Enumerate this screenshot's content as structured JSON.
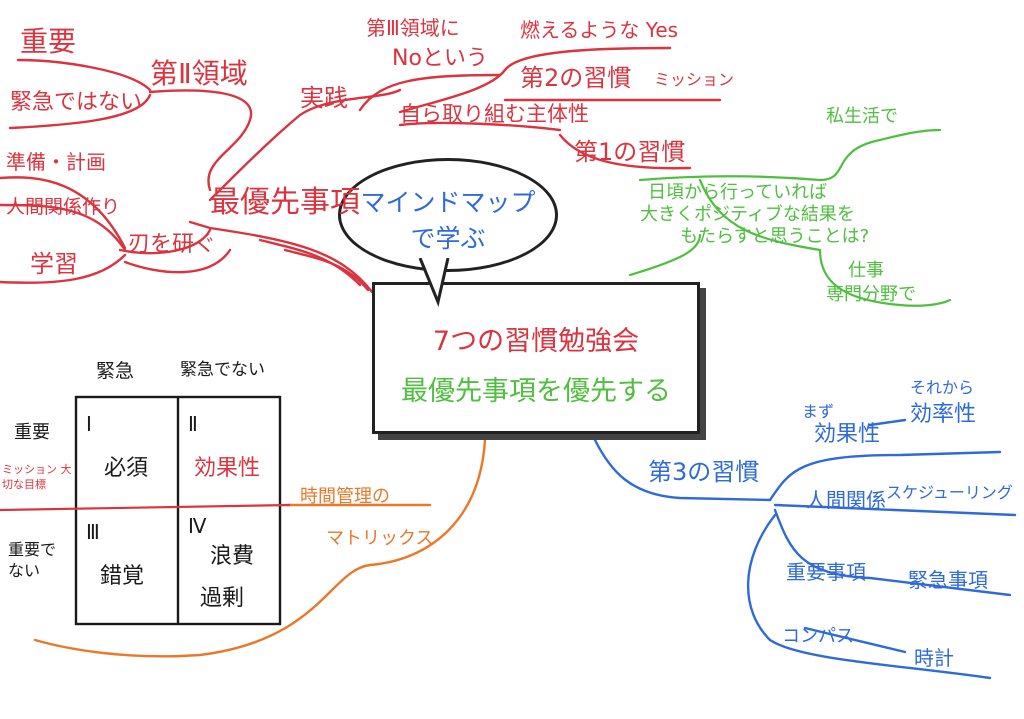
{
  "center": {
    "line1": "7つの習慣勉強会",
    "line2": "最優先事項を優先する"
  },
  "bubble": {
    "line1": "マインドマップ",
    "line2": "で学ぶ"
  },
  "red_branch": {
    "main": "最優先事項",
    "quadrant2": "第Ⅱ領域",
    "important": "重要",
    "not_urgent": "緊急ではない",
    "practice": "実践",
    "no_to_q3": "第Ⅲ領域に",
    "no_to_q3_b": "Noという",
    "burning_yes": "燃えるような Yes",
    "habit2": "第2の習慣",
    "mission": "ミッション",
    "proactive": "自ら取り組む主体性",
    "habit1": "第1の習慣",
    "sharpen_saw": "刃を研ぐ",
    "prep_plan": "準備・計画",
    "relationships": "人間関係作り",
    "learning": "学習"
  },
  "green_branch": {
    "private": "私生活で",
    "question1": "日頃から行っていれば",
    "question2": "大きくポジティブな結果を",
    "question3": "もたらすと思うことは?",
    "work": "仕事",
    "specialty": "専門分野で"
  },
  "blue_branch": {
    "main": "第3の習慣",
    "first": "まず",
    "effectiveness": "効果性",
    "then": "それから",
    "efficiency": "効率性",
    "relationships": "人間関係",
    "scheduling": "スケジューリング",
    "important_matters": "重要事項",
    "urgent_matters": "緊急事項",
    "compass": "コンパス",
    "clock": "時計"
  },
  "orange_branch": {
    "line1": "時間管理の",
    "line2": "マトリックス"
  },
  "matrix": {
    "col_urgent": "緊急",
    "col_not_urgent": "緊急でない",
    "row_important": "重要",
    "row_important_note": "ミッション 大切な目標",
    "row_not_important": "重要でない",
    "q1_num": "Ⅰ",
    "q1_text": "必須",
    "q2_num": "Ⅱ",
    "q2_text": "効果性",
    "q3_num": "Ⅲ",
    "q3_text": "錯覚",
    "q4_num": "Ⅳ",
    "q4_text1": "浪費",
    "q4_text2": "過剰"
  },
  "colors": {
    "red": "#d9343f",
    "green": "#4fbf3f",
    "blue": "#2e6bd6",
    "orange": "#e8792a",
    "ink": "#1a1a1a"
  }
}
